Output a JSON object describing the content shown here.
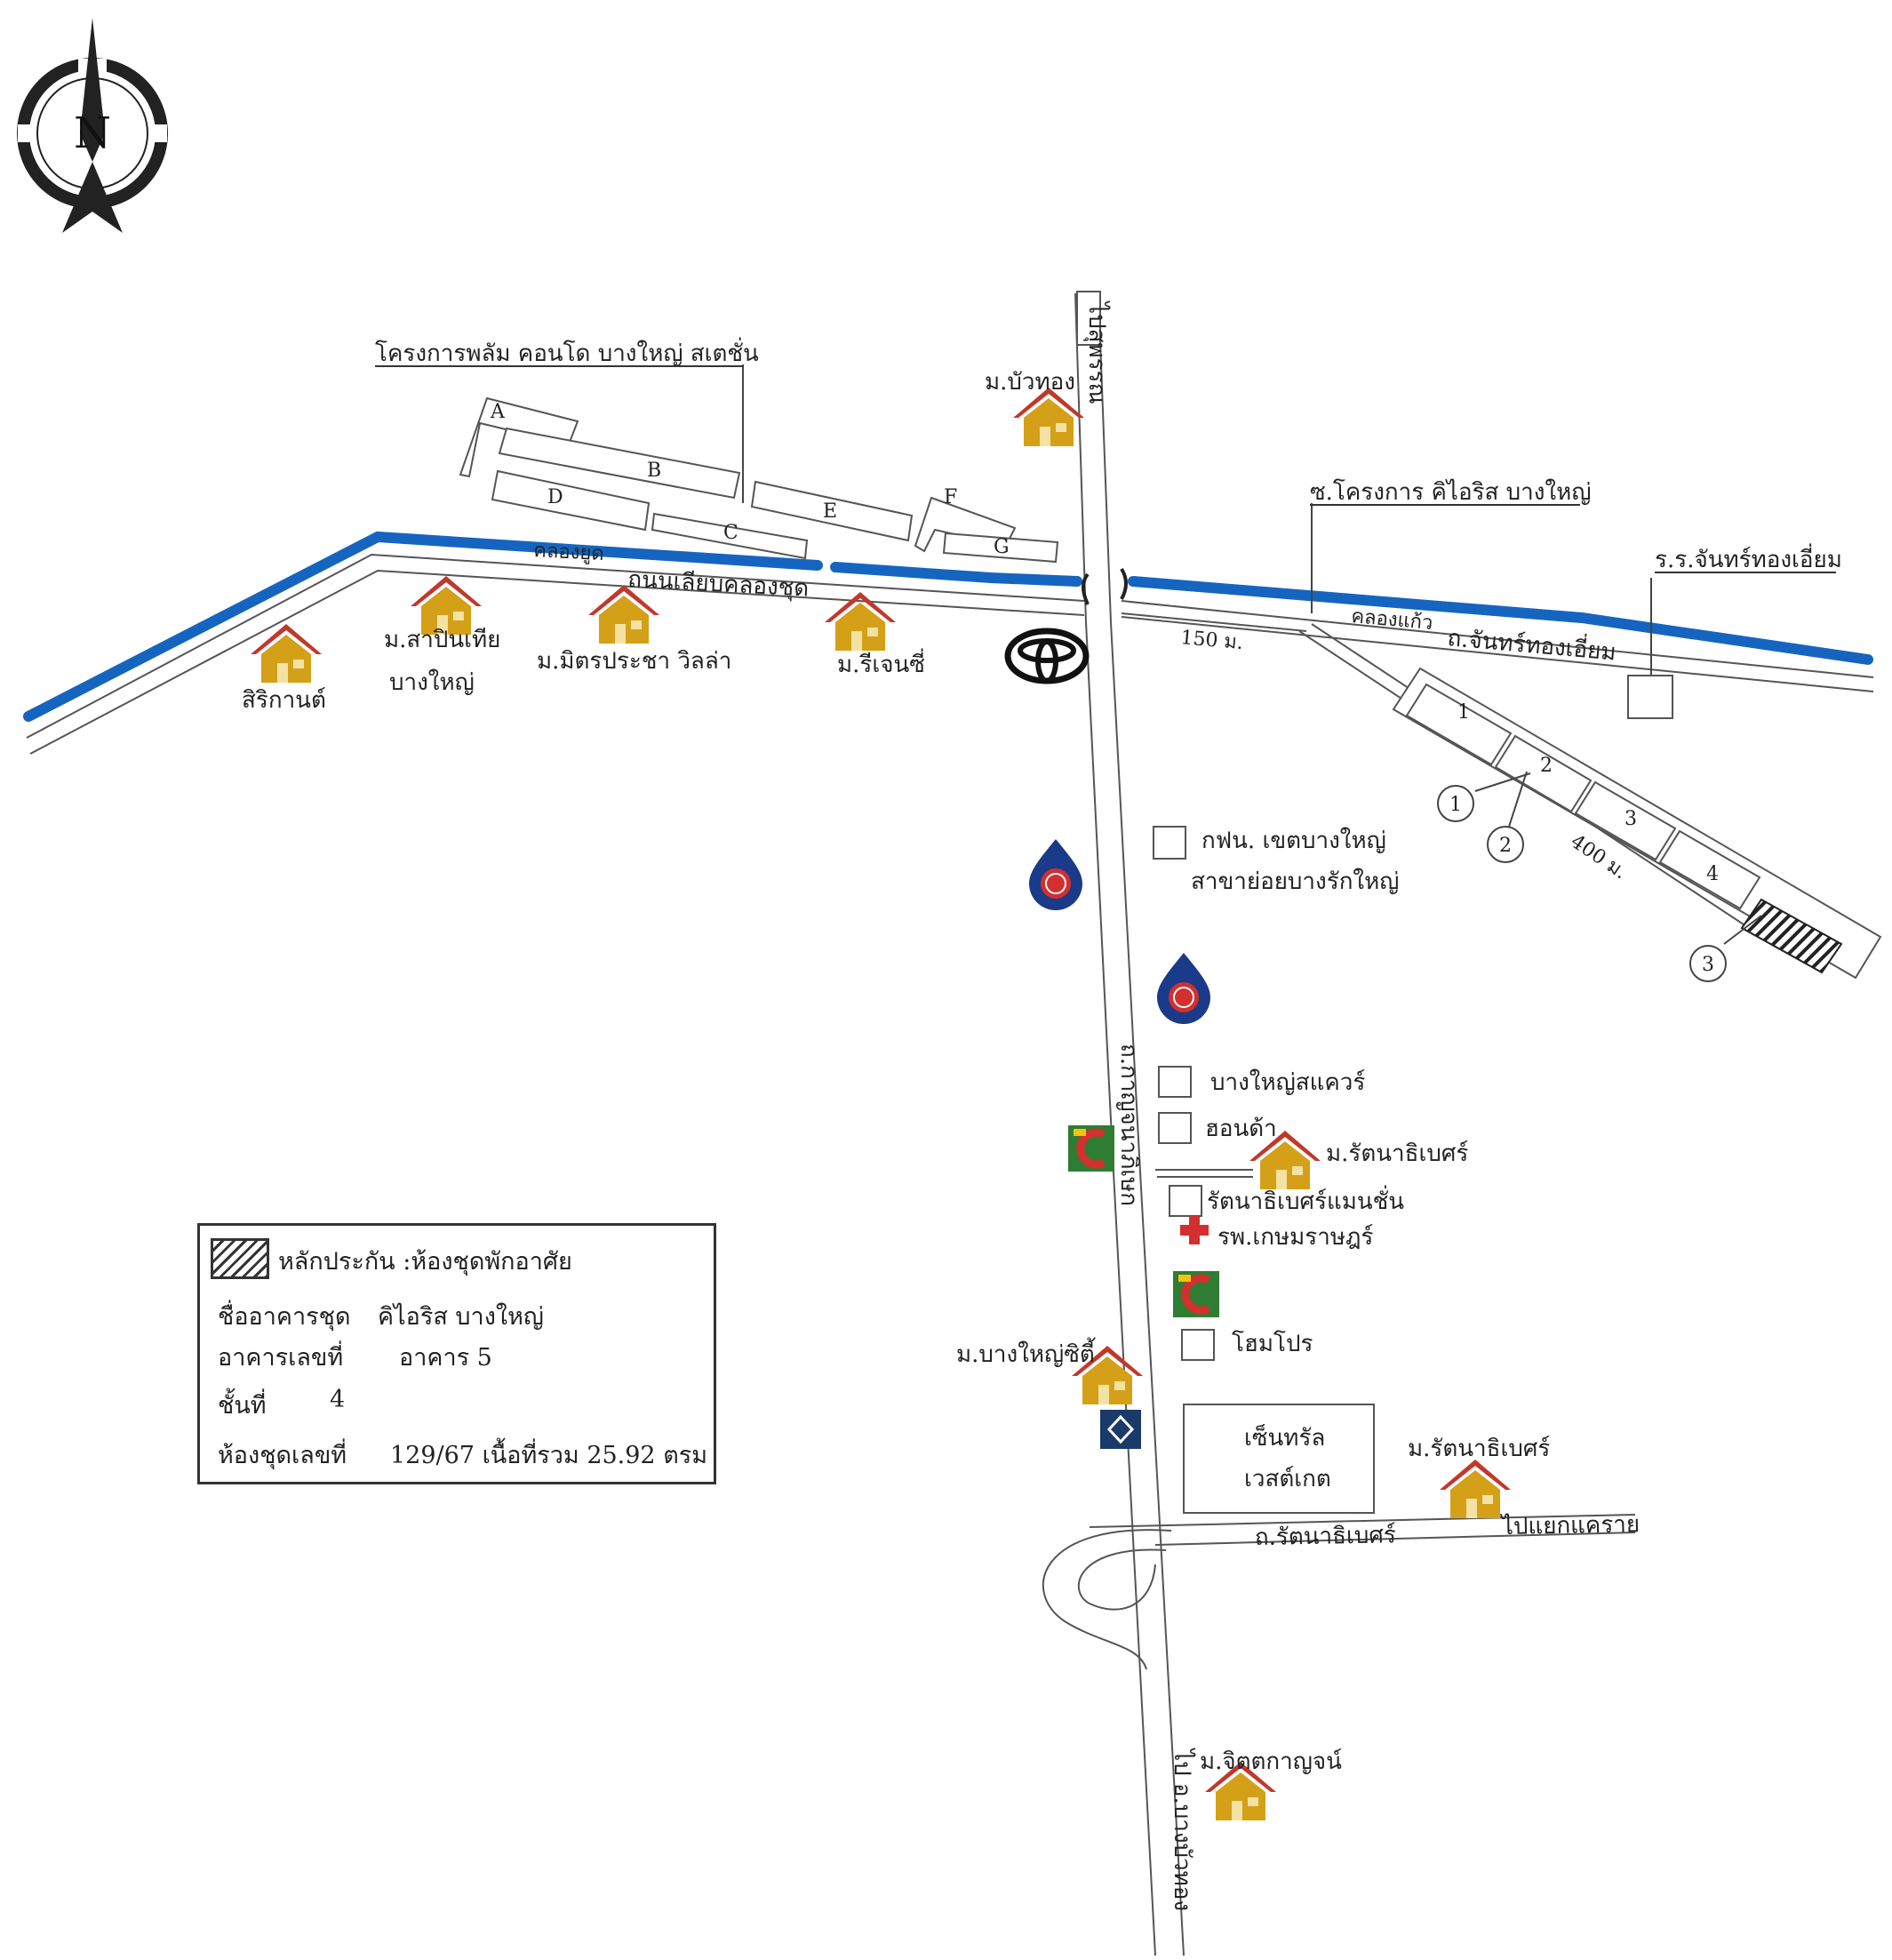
{
  "labels": {
    "project_plum": "โครงการพลัม คอนโด บางใหญ่ สเตชั่น",
    "bua_thong": "ม.บัวทอง",
    "to_suphan": "ไปสุพรรณ",
    "soi_iris": "ซ.โครงการ คิไอริส บางใหญ่",
    "school": "ร.ร.จันทร์ทองเอี่ยม",
    "canal_left": "คลองยูด",
    "road_canal": "ถนนเลียบคลองชุด",
    "canal_right": "คลองแก้ว",
    "road_chanthong": "ถ.จันทร์ทองเอี่ยม",
    "dist_150": "150 ม.",
    "dist_400": "400 ม.",
    "sirikan": "สิริกานต์",
    "sapinthia_1": "ม.สาปินเทีย",
    "sapinthia_2": "บางใหญ่",
    "mitprasacha": "ม.มิตรประชา วิลล่า",
    "regency": "ม.รีเจนซี่",
    "pea_1": "กฟน. เขตบางใหญ่",
    "pea_2": "สาขาย่อยบางรักใหญ่",
    "kanchana_road": "ถ.กาญจนาภิเษก",
    "bangyai_square": "บางใหญ่สแควร์",
    "hondaa": "ฮอนด้า",
    "rattanathibet_1": "ม.รัตนาธิเบศร์",
    "rattanathibet_mansion": "รัตนาธิเบศร์แมนชั่น",
    "hospital": "รพ.เกษมราษฎร์",
    "homepro": "โฮมโปร",
    "bangyai_city": "ม.บางใหญ่ซิตี้",
    "central_1": "เซ็นทรัล",
    "central_2": "เวสต์เกต",
    "rattanathibet_2": "ม.รัตนาธิเบศร์",
    "rattanathibet_road": "ถ.รัตนาธิเบศร์",
    "to_khae_rai": "ไปแยกแคราย",
    "jitkanchan": "ม.จิตตกาญจน์",
    "to_bang_bua_thong": "ไป อ.บางบัวทอง",
    "compass": "N"
  },
  "buildings": {
    "plum": [
      "A",
      "B",
      "C",
      "D",
      "E",
      "F",
      "G"
    ],
    "iris": [
      "1",
      "2",
      "3",
      "4"
    ],
    "markers": [
      "1",
      "2",
      "3"
    ]
  },
  "legend": {
    "collateral": "หลักประกัน :ห้องชุดพักอาศัย",
    "building_name_label": "ชื่ออาคารชุด",
    "building_name_value": "คิไอริส บางใหญ่",
    "building_no_label": "อาคารเลขที่",
    "building_no_value": "อาคาร 5",
    "floor_label": "ชั้นที่",
    "floor_value": "4",
    "unit_label": "ห้องชุดเลขที่",
    "unit_value": "129/67 เนื้อที่รวม 25.92 ตรม"
  },
  "colors": {
    "canal": "#1565c0",
    "house_roof": "#c0392b",
    "house_body": "#d4a017",
    "ptt_blue": "#1a3a8a",
    "ptt_red": "#d32f2f",
    "bigc_green": "#2e7d32",
    "hospital_red": "#d32f2f",
    "bank_blue": "#1a3a6a"
  },
  "icons": [
    "compass-icon",
    "house-icon",
    "toyota-icon",
    "ptt-icon",
    "bigc-icon",
    "hospital-cross-icon",
    "bank-icon",
    "building-square-icon"
  ]
}
